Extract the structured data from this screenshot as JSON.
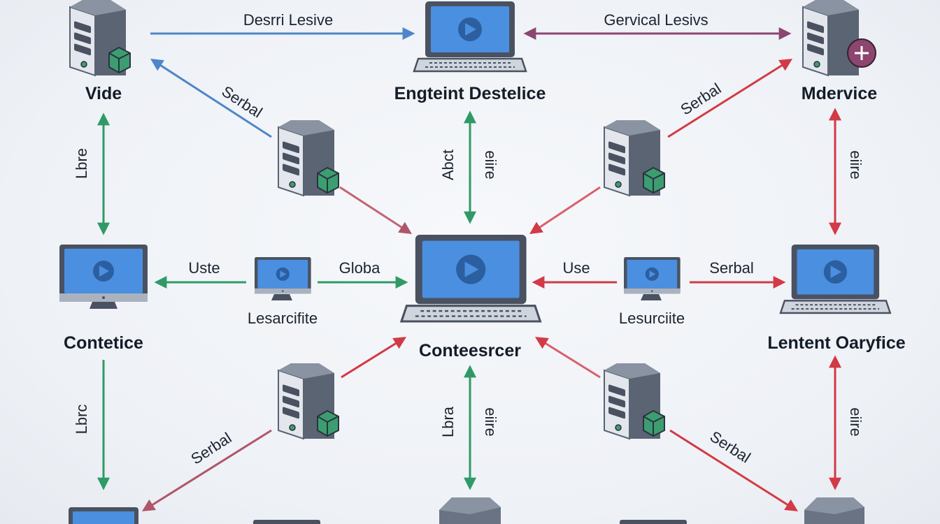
{
  "colors": {
    "blue": "#4e86c8",
    "green": "#2f9a66",
    "red": "#d23a45",
    "mauve": "#b0566a",
    "purple": "#8c4670",
    "screen": "#4b8fe0",
    "device_body": "#5b6473",
    "server_face": "#e4e8ee",
    "server_dark": "#667081",
    "accent_green": "#3c9e70",
    "text": "#141c28"
  },
  "nodes": {
    "vide": {
      "label": "Vide",
      "icon": "server-icon"
    },
    "engteint": {
      "label": "Engteint Destelice",
      "icon": "laptop-icon"
    },
    "mdervice": {
      "label": "Mdervice",
      "icon": "server-icon"
    },
    "contetice": {
      "label": "Contetice",
      "icon": "monitor-icon"
    },
    "conteesrcer": {
      "label": "Conteesrcer",
      "icon": "laptop-icon"
    },
    "lentent": {
      "label": "Lentent Oaryfice",
      "icon": "laptop-icon"
    },
    "lesarcifite": {
      "label": "Lesarcifite",
      "icon": "monitor-icon"
    },
    "lesurciite": {
      "label": "Lesurciite",
      "icon": "monitor-icon"
    }
  },
  "edge_labels": {
    "top_left": "Desrri Lesive",
    "top_right": "Gervical Lesivs",
    "diag_upper_left": "Serbal",
    "diag_upper_right": "Serbal",
    "left_upper": "Lbre",
    "center_upper_left": "Abct",
    "center_upper_right": "eiire",
    "right_upper": "eiire",
    "mid_left": "Uste",
    "mid_center_left": "Globa",
    "mid_center_right": "Use",
    "mid_right": "Serbal",
    "left_lower": "Lbrc",
    "center_lower_left": "Lbra",
    "center_lower_right": "eiire",
    "right_lower": "eiire",
    "diag_lower_left": "Serbal",
    "diag_lower_right": "Serbal"
  }
}
